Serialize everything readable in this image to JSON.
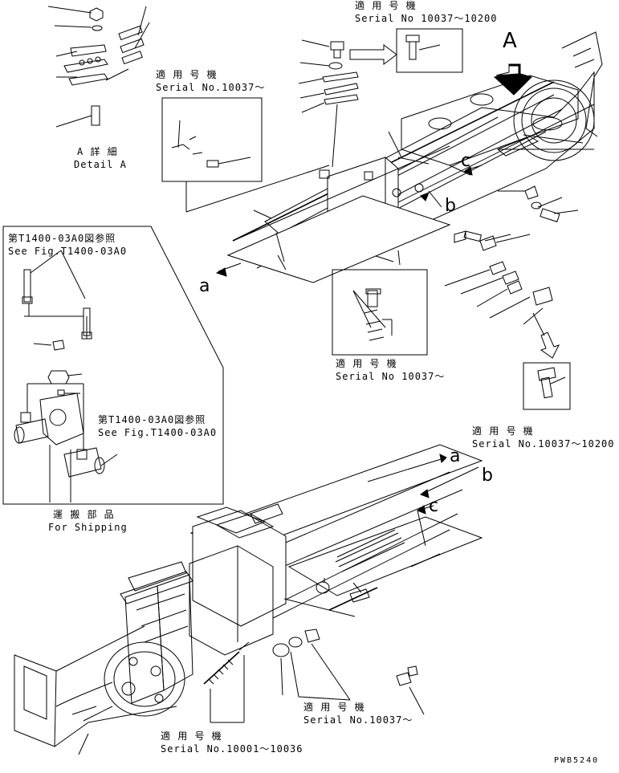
{
  "labels": {
    "serial_top_title": "適 用 号 機",
    "serial_top": "Serial No 10037～10200",
    "serial_left_title": "適 用 号 機",
    "serial_left": "Serial No.10037～",
    "detail_jp": "A 詳 細",
    "detail_en": "Detail A",
    "ref1_jp": "第T1400-03A0図参照",
    "ref1_en": "See Fig.T1400-03A0",
    "ref2_jp": "第T1400-03A0図参照",
    "ref2_en": "See Fig.T1400-03A0",
    "ship_jp": "運 搬 部 品",
    "ship_en": "For Shipping",
    "serial_mid_title": "適 用 号 機",
    "serial_mid": "Serial No 10037～",
    "serial_right_title": "適 用 号 機",
    "serial_right": "Serial No.10037～10200",
    "serial_bot_mid_title": "適 用 号 機",
    "serial_bot_mid": "Serial No.10037～",
    "serial_bot_left_title": "適 用 号 機",
    "serial_bot_left": "Serial No.10001～10036",
    "drawing_code": "PWB5240"
  },
  "callouts": {
    "A": "A",
    "a1": "a",
    "b1": "b",
    "c1": "c",
    "a2": "a",
    "b2": "b",
    "c2": "c"
  }
}
